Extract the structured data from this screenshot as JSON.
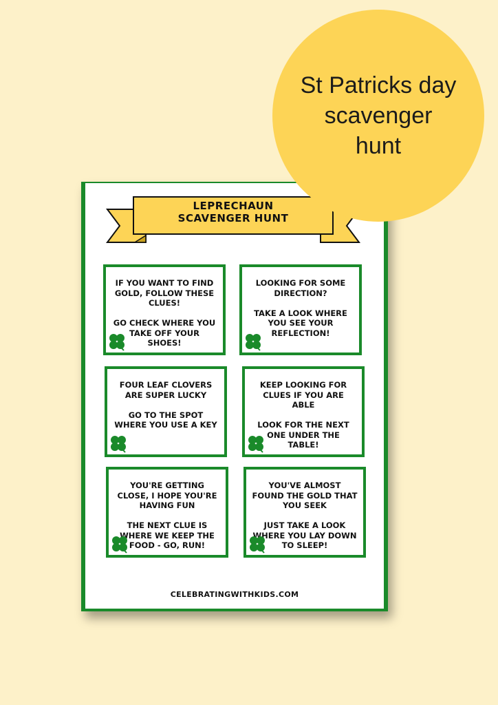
{
  "badge": {
    "text": "St Patricks day\nscavenger\nhunt"
  },
  "sheet": {
    "banner_title": "LEPRECHAUN\nSCAVENGER HUNT",
    "footer": "CELEBRATINGWITHKIDS.COM",
    "cards": [
      {
        "text": "If you want to find gold, follow these clues!\n\nGo check where you take off your shoes!"
      },
      {
        "text": "Looking for some direction?\n\nTake a look where you see your reflection!"
      },
      {
        "text": "Four leaf clovers are super lucky\n\nGo to the spot where you use a key"
      },
      {
        "text": "Keep looking for clues if you are able\n\nLook for the next one under the table!"
      },
      {
        "text": "You're getting close, I hope you're having fun\n\nThe next clue is where we keep the food - go, run!"
      },
      {
        "text": "You've almost found the gold that you seek\n\nJust take a look where you lay down to sleep!"
      }
    ]
  },
  "colors": {
    "background": "#fdf1c9",
    "accent_green": "#1a8a2a",
    "banner_yellow": "#fdd456",
    "badge_yellow": "#fdd456"
  },
  "icons": {
    "card_icon": "shamrock-icon"
  }
}
